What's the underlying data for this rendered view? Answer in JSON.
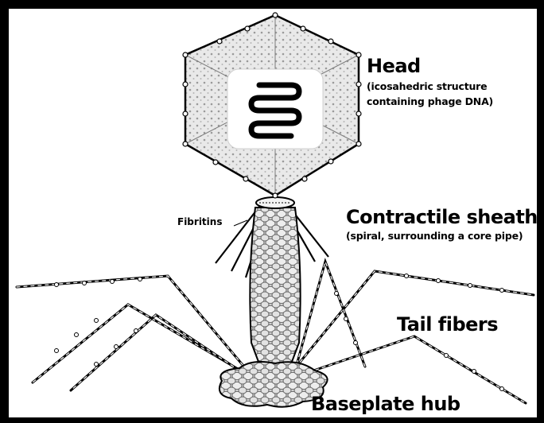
{
  "labels": {
    "head_title": "Head",
    "head_desc_line1": "(icosahedric structure",
    "head_desc_line2": "containing phage DNA)",
    "fibritins": "Fibritins",
    "sheath_title": "Contractile sheath",
    "sheath_desc": "(spiral, surrounding a core pipe)",
    "tail_fibers": "Tail fibers",
    "baseplate": "Baseplate hub"
  },
  "colors": {
    "background": "#ffffff",
    "border": "#000000",
    "ink": "#000000",
    "shading": "#bdbdbd"
  }
}
